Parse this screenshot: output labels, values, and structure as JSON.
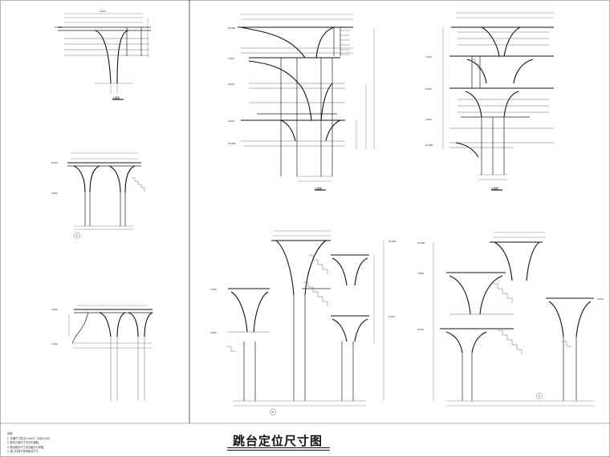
{
  "title": "跳台定位尺寸图",
  "notes": {
    "heading": "说明:",
    "lines": [
      "1. 本图尺寸单位以mm计，标高以m计。",
      "2. 跳台平面尺寸详见平面图。",
      "3. 跳台踏步尺寸详见踏步大样图。",
      "4. 施工时需与现场核对尺寸。"
    ]
  },
  "views": [
    {
      "id": "view-top-left",
      "section_label": "立面图"
    },
    {
      "id": "view-mid-left",
      "section_label": "A"
    },
    {
      "id": "view-bottom-left",
      "section_label": ""
    },
    {
      "id": "view-top-center",
      "section_label": "立面图"
    },
    {
      "id": "view-top-right",
      "section_label": "立面图"
    },
    {
      "id": "view-bottom-center",
      "section_label": "B"
    },
    {
      "id": "view-bottom-right",
      "section_label": "C"
    }
  ]
}
